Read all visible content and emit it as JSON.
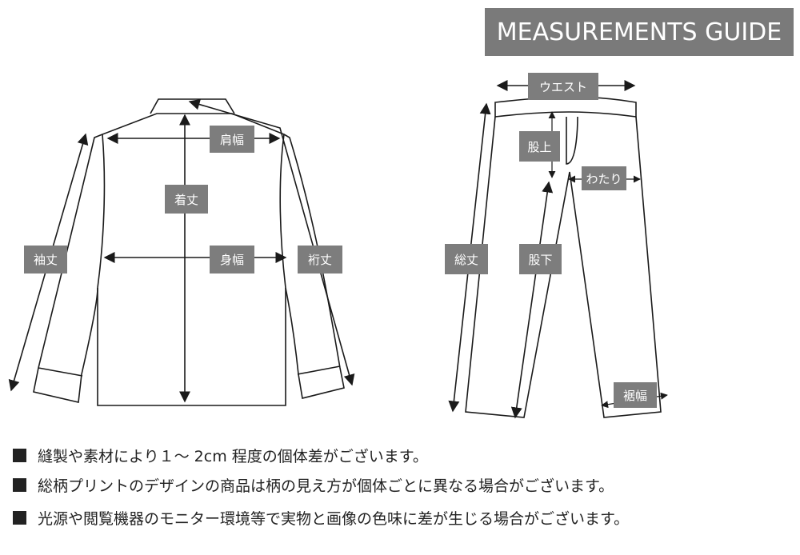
{
  "title": "MEASUREMENTS GUIDE",
  "shirt_labels": {
    "shoulder_width": "肩幅",
    "length": "着丈",
    "body_width": "身幅",
    "sleeve_length": "袖丈",
    "yuki": "裄丈"
  },
  "pants_labels": {
    "waist": "ウエスト",
    "rise": "股上",
    "thigh": "わたり",
    "total_length": "総丈",
    "inseam": "股下",
    "hem_width": "裾幅"
  },
  "notes": [
    "縫製や素材により１～ 2cm 程度の個体差がございます。",
    "総柄プリントのデザインの商品は柄の見え方が個体ごとに異なる場合がございます。",
    "光源や閲覧機器のモニター環境等で実物と画像の色味に差が生じる場合がございます。"
  ],
  "colors": {
    "banner_bg": "#7a7a7a",
    "label_bg": "#7d7d7d",
    "line": "#1a1a1a"
  }
}
